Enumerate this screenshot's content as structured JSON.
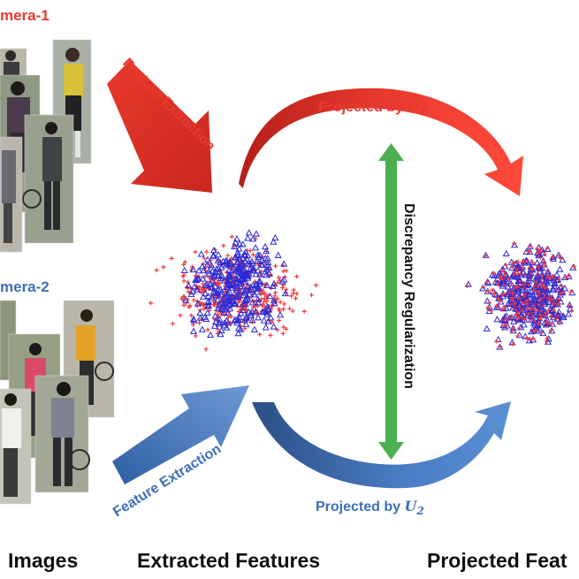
{
  "camera1": {
    "label": "mera-1",
    "color": "#e8392f"
  },
  "camera2": {
    "label": "mera-2",
    "color": "#3d6fb8"
  },
  "feature_extraction_top": "Feature Extraction",
  "feature_extraction_bottom": "Feature Extraction",
  "projection_top": {
    "text": "Projected by ",
    "symbol": "U",
    "sub": "1"
  },
  "projection_bottom": {
    "text": "Projected by ",
    "symbol": "U",
    "sub": "2"
  },
  "discrepancy_label": "Discrepancy Regularization",
  "captions": {
    "images": "Images",
    "extracted": "Extracted Features",
    "projected": "Projected Feat"
  },
  "colors": {
    "red": "#e8392f",
    "blue": "#3d6fb8",
    "green": "#4caf50",
    "plus_marker": "#f0383c",
    "triangle_marker": "#2a2ad6"
  },
  "icons": {
    "photo": "pedestrian-photo-icon",
    "plus_marker": "red-plus-marker",
    "triangle_marker": "blue-triangle-marker"
  }
}
